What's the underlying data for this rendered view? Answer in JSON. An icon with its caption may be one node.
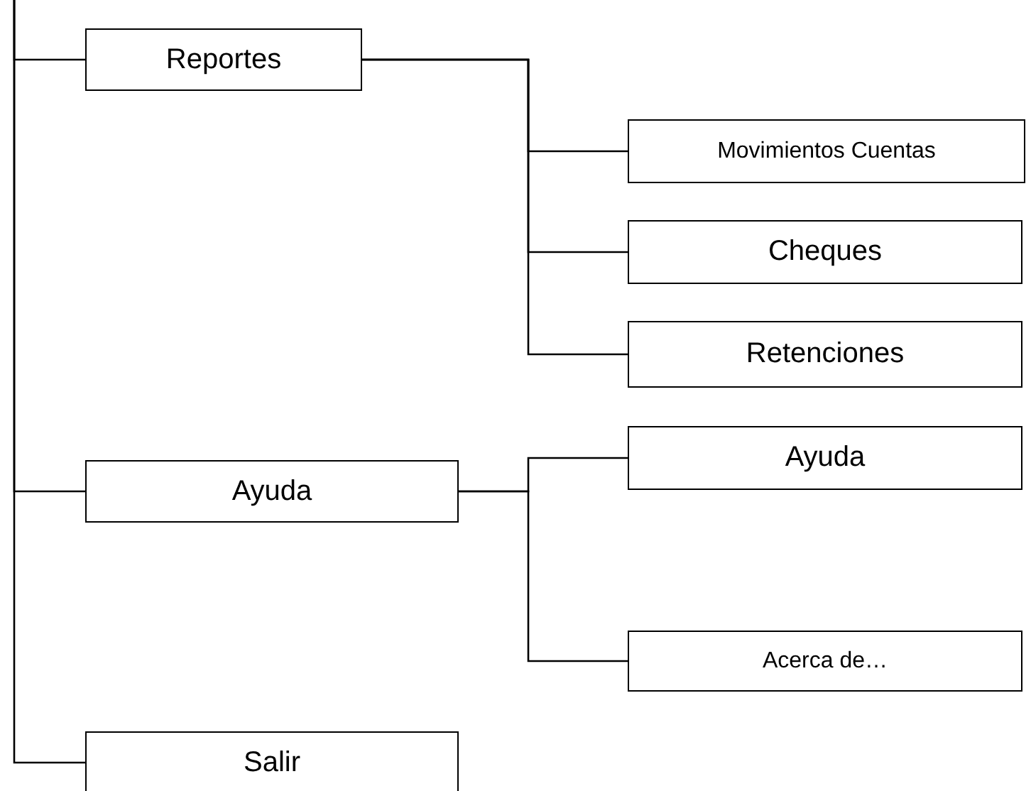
{
  "diagram": {
    "nodes": [
      {
        "text": [
          "Reportes"
        ]
      },
      {
        "text": [
          "Movimientos Cuentas"
        ]
      },
      {
        "text": [
          "Cheques"
        ]
      },
      {
        "text": [
          "Retenciones"
        ]
      },
      {
        "text": [
          "Ayuda"
        ]
      },
      {
        "text": [
          "Ayuda"
        ]
      },
      {
        "text": [
          "Acerca de…"
        ]
      },
      {
        "text": [
          "Salir"
        ]
      }
    ],
    "edges": [
      {
        "from": null,
        "to": 0,
        "arrow": "none"
      },
      {
        "from": null,
        "to": 4,
        "arrow": "none"
      },
      {
        "from": null,
        "to": 7,
        "arrow": "none"
      },
      {
        "from": 0,
        "to": 1,
        "arrow": "none"
      },
      {
        "from": 0,
        "to": 2,
        "arrow": "none"
      },
      {
        "from": 0,
        "to": 3,
        "arrow": "none"
      },
      {
        "from": 4,
        "to": 5,
        "arrow": "none"
      },
      {
        "from": 4,
        "to": 6,
        "arrow": "none"
      }
    ]
  }
}
